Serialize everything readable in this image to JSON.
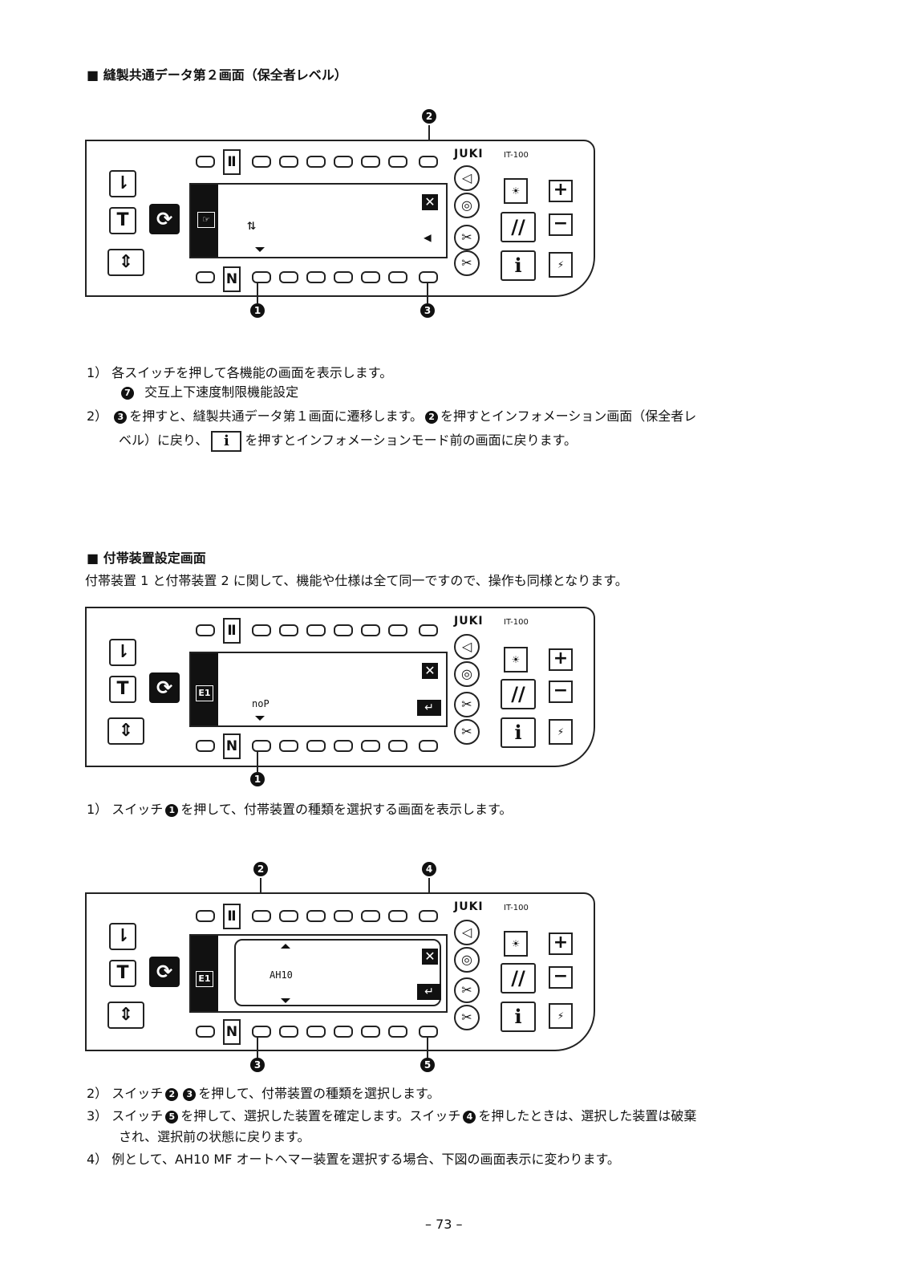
{
  "section1": {
    "heading": "■ 縫製共通データ第２画面（保全者レベル）",
    "items": [
      {
        "num": "1）",
        "text": "各スイッチを押して各機能の画面を表示します。"
      },
      {
        "sub_num": "7",
        "sub_text": "交互上下速度制限機能設定"
      },
      {
        "num": "2）",
        "text_a": "を押すと、縫製共通データ第１画面に遷移します。",
        "text_b": "を押すとインフォメーション画面（保全者レ",
        "text_c": "ベル）に戻り、",
        "text_d": "を押すとインフォメーションモード前の画面に戻ります。",
        "ref_a": "3",
        "ref_b": "2",
        "ibutton": "i"
      }
    ]
  },
  "section2": {
    "heading": "■ 付帯装置設定画面",
    "intro": "付帯装置 1 と付帯装置 2 に関して、機能や仕様は全て同一ですので、操作も同様となります。",
    "item1": {
      "num": "1）",
      "pre": "スイッチ",
      "ref": "1",
      "post": "を押して、付帯装置の種類を選択する画面を表示します。"
    },
    "items": [
      {
        "num": "2）",
        "pre": "スイッチ",
        "refs": [
          "2",
          "3"
        ],
        "post": "を押して、付帯装置の種類を選択します。"
      },
      {
        "num": "3）",
        "pre": "スイッチ",
        "ref": "5",
        "mid": "を押して、選択した装置を確定します。スイッチ",
        "ref2": "4",
        "post": "を押したときは、選択した装置は破棄",
        "cont": "され、選択前の状態に戻ります。"
      },
      {
        "num": "4）",
        "text": "例として、AH10 MF オートヘマー装置を選択する場合、下図の画面表示に変わります。"
      }
    ]
  },
  "panels": {
    "brand": "JUKI",
    "model": "IT-100",
    "top_key_label": "Ⅱ",
    "bottom_key_label": "N",
    "t_label": "T",
    "i_label": "i",
    "panel1": {
      "callouts": [
        "2",
        "1",
        "3"
      ]
    },
    "panel2": {
      "lcd_text": "noP",
      "tag": "E1",
      "callouts": [
        "1"
      ]
    },
    "panel3": {
      "lcd_text": "AH10",
      "tag": "E1",
      "callouts_top": [
        "2",
        "4"
      ],
      "callouts_bottom": [
        "3",
        "5"
      ]
    }
  },
  "footer": {
    "page": "– 73 –"
  }
}
